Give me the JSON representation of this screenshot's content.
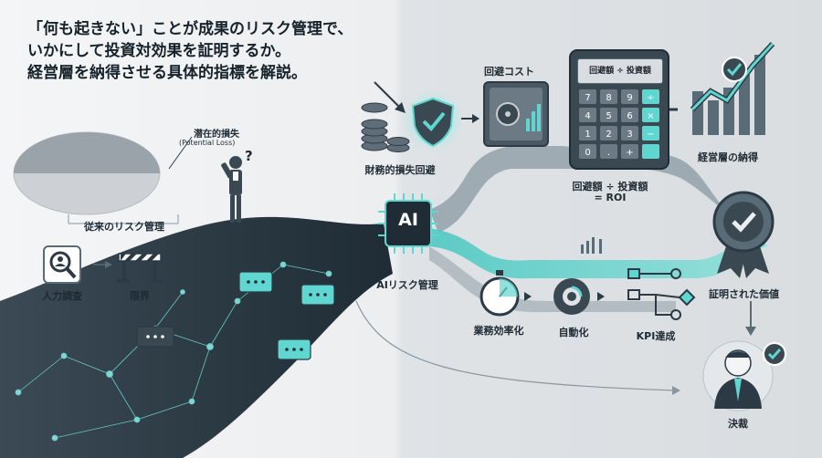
{
  "headline": {
    "line1": "「何も起きない」ことが成果のリスク管理で、",
    "line2": "いかにして投資対効果を証明するか。",
    "line3": "経営層を納得させる具体的指標を解説。"
  },
  "left": {
    "potential_loss_label": "潜在的損失",
    "potential_loss_en": "(Potential Loss)",
    "question_mark": "?",
    "traditional_label": "従来のリスク管理",
    "manual_label": "人力調査",
    "limit_label": "限界"
  },
  "center": {
    "ai_chip": "AI",
    "ai_risk_label": "AIリスク管理",
    "avoidance_label": "財務的損失回避",
    "avoided_cost_label": "回避コスト"
  },
  "calculator": {
    "screen": "回避額 ÷ 投資額",
    "formula_line1": "回避額 ÷ 投資額",
    "formula_line2": "= ROI",
    "keys": [
      "7",
      "8",
      "9",
      "÷",
      "4",
      "5",
      "6",
      "×",
      "1",
      "2",
      "3",
      "−",
      "0",
      ".",
      "+",
      ""
    ]
  },
  "right": {
    "equals": "=",
    "exec_label": "経営層の納得",
    "proven_value_label": "証明された価値",
    "decision_label": "決裁"
  },
  "bottom": {
    "efficiency_label": "業務効率化",
    "automation_label": "自動化",
    "kpi_label": "KPI達成"
  },
  "colors": {
    "teal": "#5ed6cf",
    "dark": "#2c3a45",
    "slate": "#5a6b78"
  }
}
